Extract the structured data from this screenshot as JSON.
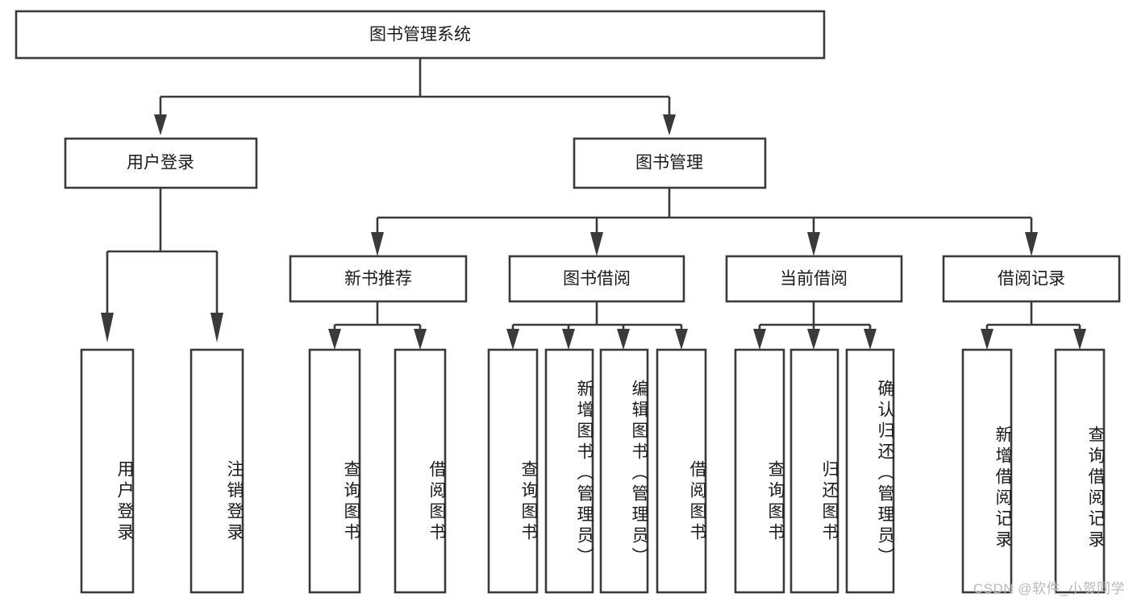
{
  "diagram": {
    "type": "tree",
    "title": "图书管理系统",
    "watermark": "CSDN @软件_小贺同学",
    "colors": {
      "box_stroke": "#3a3a3a",
      "box_fill": "#ffffff",
      "text": "#1a1a1a",
      "watermark": "#b8b8b8",
      "background": "#ffffff"
    },
    "root": {
      "label": "图书管理系统"
    },
    "level2": [
      {
        "label": "用户登录"
      },
      {
        "label": "图书管理"
      }
    ],
    "level3": [
      {
        "label": "新书推荐"
      },
      {
        "label": "图书借阅"
      },
      {
        "label": "当前借阅"
      },
      {
        "label": "借阅记录"
      }
    ],
    "leaves": {
      "user_login": [
        {
          "label": "用户登录"
        },
        {
          "label": "注销登录"
        }
      ],
      "new_book_recommend": [
        {
          "label": "查询图书"
        },
        {
          "label": "借阅图书"
        }
      ],
      "book_borrow": [
        {
          "label": "查询图书"
        },
        {
          "label": "新增图书（管理员）"
        },
        {
          "label": "编辑图书（管理员）"
        },
        {
          "label": "借阅图书"
        }
      ],
      "current_borrow": [
        {
          "label": "查询图书"
        },
        {
          "label": "归还图书"
        },
        {
          "label": "确认归还（管理员）"
        }
      ],
      "borrow_record": [
        {
          "label": "新增借阅记录"
        },
        {
          "label": "查询借阅记录"
        }
      ]
    }
  }
}
